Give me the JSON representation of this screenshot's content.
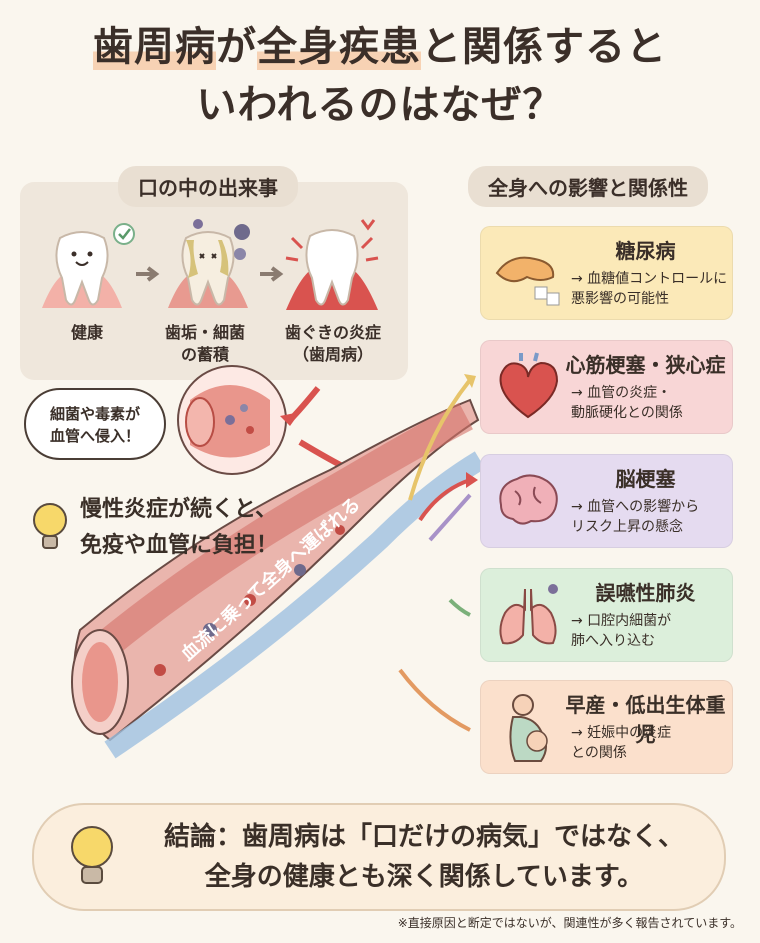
{
  "title": {
    "line1_a": "歯周病",
    "line1_b": "が",
    "line1_c": "全身疾患",
    "line1_d": "と関係すると",
    "line2": "いわれるのはなぜ？"
  },
  "left_section": {
    "heading": "口の中の出来事",
    "stages": [
      {
        "label": "健康"
      },
      {
        "label": "歯垢・細菌\nの蓄積"
      },
      {
        "label": "歯ぐきの炎症\n（歯周病）"
      }
    ],
    "bubble": "細菌や毒素が\n血管へ侵入！",
    "chronic_note_line1": "慢性炎症が続くと、",
    "chronic_note_line2": "免疫や血管に負担！",
    "blood_flow_label": "血流に乗って全身へ運ばれる"
  },
  "right_section": {
    "heading": "全身への影響と関係性",
    "cards": [
      {
        "name": "糖尿病",
        "desc": "→ 血糖値コントロールに\n悪影響の可能性",
        "color": "#fbe9b8"
      },
      {
        "name": "心筋梗塞・狭心症",
        "desc": "→ 血管の炎症・\n動脈硬化との関係",
        "color": "#f8d6d6"
      },
      {
        "name": "脳梗塞",
        "desc": "→ 血管への影響から\nリスク上昇の懸念",
        "color": "#e5dbf0"
      },
      {
        "name": "誤嚥性肺炎",
        "desc": "→ 口腔内細菌が\n肺へ入り込む",
        "color": "#dcefdb"
      },
      {
        "name": "早産・低出生体重児",
        "desc": "→ 妊娠中の炎症\nとの関係",
        "color": "#fbe0cc"
      }
    ]
  },
  "conclusion": {
    "line1": "結論：歯周病は「口だけの病気」ではなく、",
    "line2": "全身の健康とも深く関係しています。"
  },
  "footnote": "※直接原因と断定ではないが、関連性が多く報告されています。",
  "icons": [
    "tooth-healthy-icon",
    "tooth-plaque-icon",
    "tooth-inflamed-icon",
    "blood-vessel-icon",
    "lightbulb-icon",
    "pancreas-icon",
    "heart-icon",
    "brain-icon",
    "lungs-icon",
    "pregnant-woman-icon"
  ]
}
